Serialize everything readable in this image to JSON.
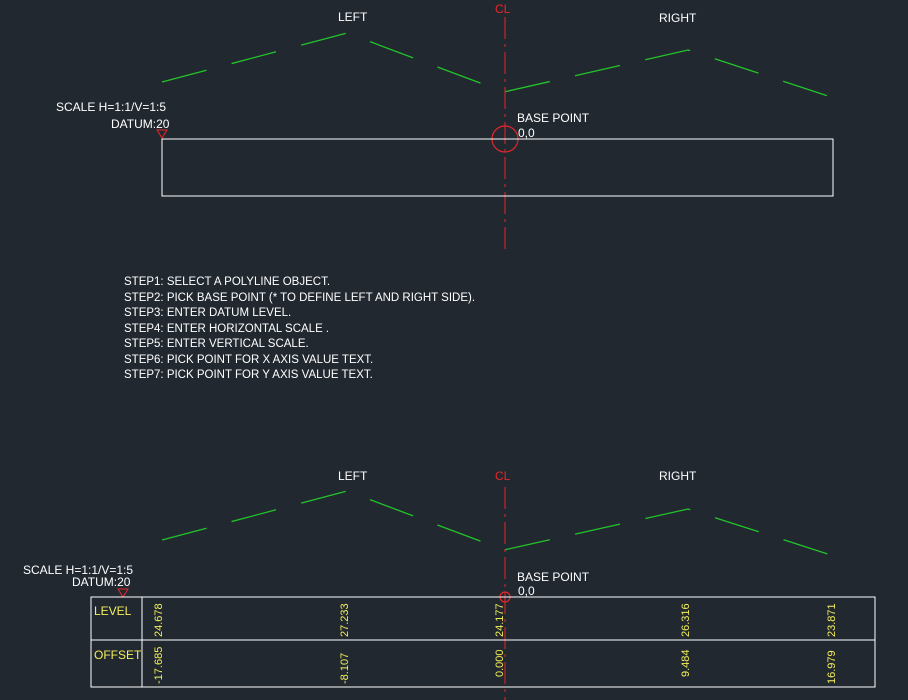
{
  "top_view": {
    "left_label": "LEFT",
    "right_label": "RIGHT",
    "cl_label": "CL",
    "scale_label": "SCALE H=1:1/V=1:5",
    "datum_label": "DATUM:20",
    "base_point_label": "BASE POINT",
    "base_point_coords": "0,0"
  },
  "instructions": [
    "STEP1: SELECT A POLYLINE OBJECT.",
    "STEP2: PICK BASE POINT (* TO DEFINE LEFT AND RIGHT SIDE).",
    "STEP3: ENTER DATUM LEVEL.",
    "STEP4: ENTER HORIZONTAL SCALE .",
    "STEP5: ENTER VERTICAL SCALE.",
    "STEP6: PICK POINT FOR X AXIS VALUE TEXT.",
    "STEP7: PICK POINT FOR Y AXIS VALUE TEXT."
  ],
  "bottom_view": {
    "left_label": "LEFT",
    "right_label": "RIGHT",
    "cl_label": "CL",
    "scale_label": "SCALE H=1:1/V=1:5",
    "datum_label": "DATUM:20",
    "base_point_label": "BASE POINT",
    "base_point_coords": "0,0",
    "table": {
      "row_labels": [
        "LEVEL",
        "OFFSET"
      ],
      "levels": [
        "24.678",
        "27.233",
        "24.177",
        "26.316",
        "23.871"
      ],
      "offsets": [
        "-17.685",
        "-8.107",
        "0.000",
        "9.484",
        "16.979"
      ]
    }
  },
  "colors": {
    "background": "#212830",
    "profile_line": "#22c42a",
    "centerline": "#e8262a",
    "text": "#ffffff",
    "table_values": "#f3ef5a"
  }
}
